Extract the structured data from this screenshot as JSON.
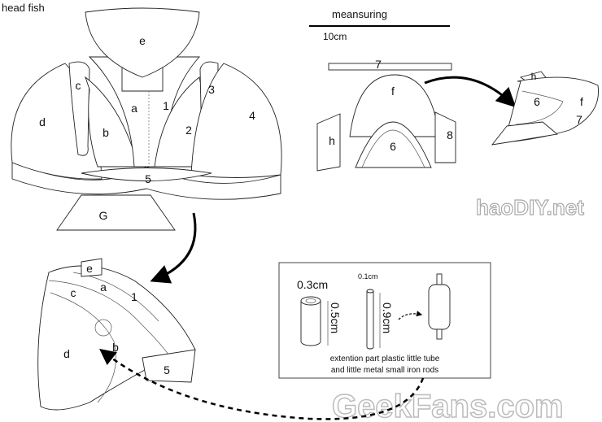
{
  "title": "head fish",
  "scale": {
    "label": "meansuring",
    "length": "10cm"
  },
  "head_pattern_labels": {
    "e": "e",
    "a": "a",
    "one": "1",
    "c": "c",
    "b": "b",
    "d": "d",
    "two": "2",
    "three": "3",
    "four": "4",
    "five": "5",
    "G": "G"
  },
  "fin_pattern_labels": {
    "seven": "7",
    "f": "f",
    "six": "6",
    "h": "h",
    "eight": "8"
  },
  "fin_assembled_labels": {
    "h": "h",
    "six": "6",
    "f": "f",
    "seven": "7"
  },
  "head_assembled_labels": {
    "e": "e",
    "a": "a",
    "one": "1",
    "c": "c",
    "d": "d",
    "b": "b",
    "five": "5"
  },
  "detail_box": {
    "tube_diameter": "0.3cm",
    "tube_length": "0.5cm",
    "rod_diameter": "0.1cm",
    "rod_length": "0.9cm",
    "caption_line1": "extention part plastic little tube",
    "caption_line2": "and little metal small iron rods"
  },
  "watermarks": {
    "logo": "haoDIY.net",
    "site": "GeekFans.com"
  }
}
